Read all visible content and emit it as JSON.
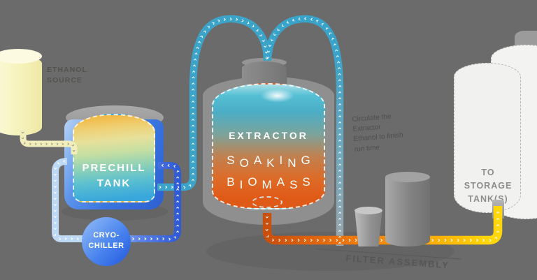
{
  "diagram": {
    "name": "ethanol-extraction-process",
    "labels": {
      "ethanol_source": "ETHANOL\nSOURCE",
      "prechill_tank": "PRECHILL\nTANK",
      "cryo_chiller": "CRYO-\nCHILLER",
      "extractor": "EXTRACTOR",
      "soaking_biomass": "SOAKING\nBIOMASS",
      "recirculation_note": "Circulate the\nExtractor\nEthanol to finish\nrun time",
      "filter_assembly": "FILTER ASSEMBLY",
      "to_storage": "TO\nSTORAGE\nTANK(S)"
    },
    "colors": {
      "background": "#6b6b6b",
      "ethanol_source_tank": "#f7f3bd",
      "ethanol_feed_pipe": "#f2eebc",
      "chiller_feed_pipe": "#bdd9f3",
      "chiller_return_pipe": "#2f5ad6",
      "extractor_feed_pipe": "#3da4c9",
      "recirculation_pipe_bottom": "#9aa6ad",
      "recirculation_pipe_top": "#3aa3c9",
      "extract_pipe_start": "#c94f0e",
      "extract_pipe_end": "#ffd60a",
      "cryo_chiller_fill": "#4a84ee",
      "prechill_jacket": "#3a77e0",
      "chevron": "#ffffff",
      "annotation_text": "#4e4e4e",
      "storage_tank_fill": "#f3f3f1"
    }
  }
}
